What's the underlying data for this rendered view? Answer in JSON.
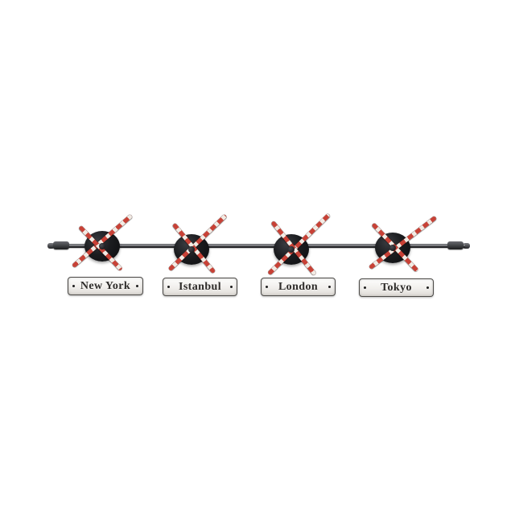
{
  "plates": [
    {
      "city": "New York"
    },
    {
      "city": "Istanbul"
    },
    {
      "city": "London"
    },
    {
      "city": "Tokyo"
    }
  ],
  "colors": {
    "hand_red": "#c84136",
    "hand_white": "#f2ebe4",
    "clock_face": "#131417",
    "rod": "#2b2b2e",
    "plate_face": "#f3f1ee",
    "plate_text": "#2e2c2a"
  }
}
